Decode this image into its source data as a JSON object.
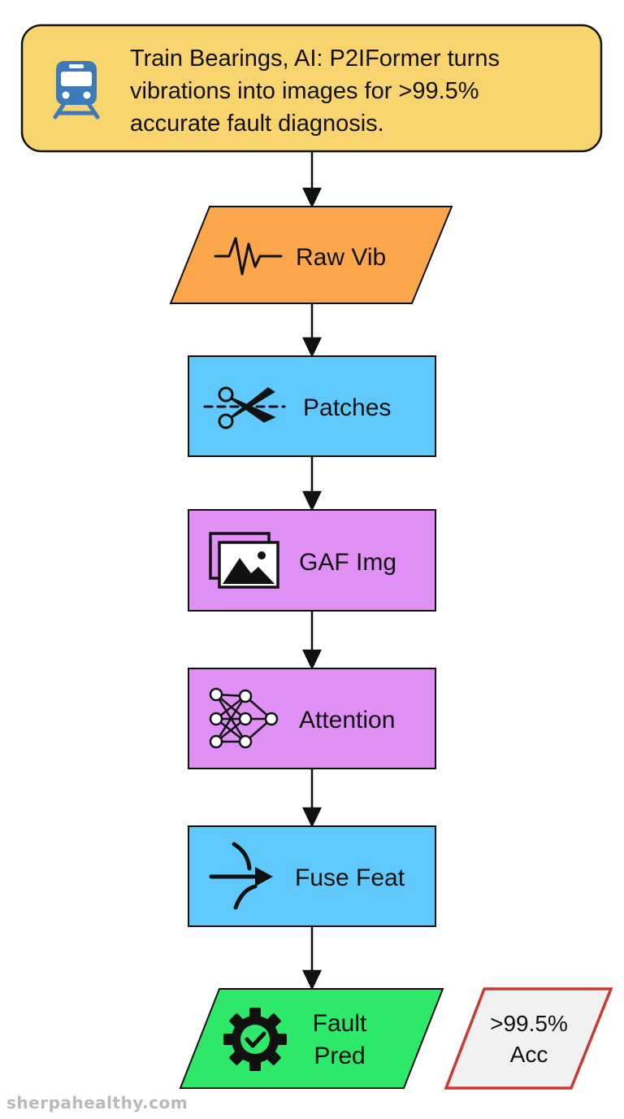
{
  "title": {
    "lines": [
      "Train Bearings, AI: P2IFormer turns",
      "vibrations into images for >99.5%",
      "accurate fault diagnosis."
    ],
    "icon": "train-icon",
    "fill": "#F8D46E"
  },
  "steps": [
    {
      "id": "raw-vib",
      "label": "Raw Vib",
      "icon": "waveform-icon",
      "shape": "parallelogram",
      "fill": "#FBA64A"
    },
    {
      "id": "patches",
      "label": "Patches",
      "icon": "scissors-icon",
      "shape": "rectangle",
      "fill": "#5EC9FA"
    },
    {
      "id": "gaf-img",
      "label": "GAF Img",
      "icon": "image-stack-icon",
      "shape": "rectangle",
      "fill": "#E08FF5"
    },
    {
      "id": "attention",
      "label": "Attention",
      "icon": "neural-network-icon",
      "shape": "rectangle",
      "fill": "#E08FF5"
    },
    {
      "id": "fuse-feat",
      "label": "Fuse Feat",
      "icon": "merge-arrows-icon",
      "shape": "rectangle",
      "fill": "#5EC9FA"
    },
    {
      "id": "fault-pred",
      "label_lines": [
        "Fault",
        "Pred"
      ],
      "icon": "gear-check-icon",
      "shape": "parallelogram",
      "fill": "#2EE86A"
    }
  ],
  "accuracy_note": {
    "lines": [
      ">99.5%",
      "Acc"
    ],
    "fill": "#F1F1F1",
    "border": "#C83A32"
  },
  "watermark": "sherpahealthy.com",
  "colors": {
    "train_icon": "#3E79B8",
    "stroke": "#111111"
  }
}
